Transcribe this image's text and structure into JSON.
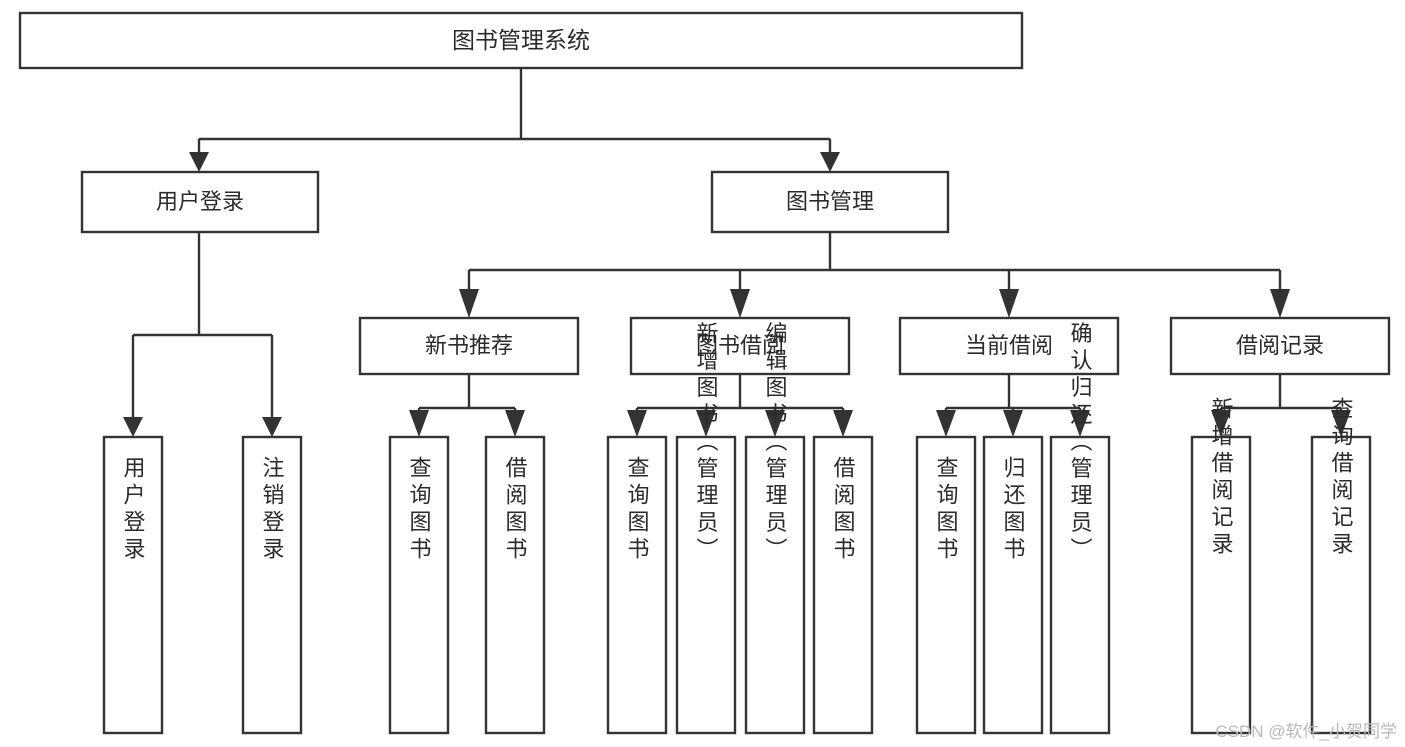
{
  "diagram": {
    "title": "图书管理系统",
    "type": "tree-hierarchy-chart",
    "background_color": "#ffffff",
    "line_color": "#333333",
    "text_color": "#2b2b2b",
    "watermark": "CSDN @软件_小贺同学",
    "root": {
      "id": "root",
      "label": "图书管理系统"
    },
    "level2": [
      {
        "id": "user-login",
        "label": "用户登录"
      },
      {
        "id": "book-manage",
        "label": "图书管理"
      }
    ],
    "level3": [
      {
        "id": "new-book-recommend",
        "label": "新书推荐"
      },
      {
        "id": "book-borrow",
        "label": "图书借阅"
      },
      {
        "id": "current-borrow",
        "label": "当前借阅"
      },
      {
        "id": "borrow-record",
        "label": "借阅记录"
      }
    ],
    "leaves": {
      "user_login": [
        {
          "id": "leaf-user-login",
          "label": "用户登录"
        },
        {
          "id": "leaf-logout-login",
          "label": "注销登录"
        }
      ],
      "new_book_recommend": [
        {
          "id": "leaf-query-book-1",
          "label": "查询图书"
        },
        {
          "id": "leaf-borrow-book-1",
          "label": "借阅图书"
        }
      ],
      "book_borrow": [
        {
          "id": "leaf-query-book-2",
          "label": "查询图书"
        },
        {
          "id": "leaf-add-book",
          "label": "新增图书（管理员）"
        },
        {
          "id": "leaf-edit-book",
          "label": "编辑图书（管理员）"
        },
        {
          "id": "leaf-borrow-book-2",
          "label": "借阅图书"
        }
      ],
      "current_borrow": [
        {
          "id": "leaf-query-book-3",
          "label": "查询图书"
        },
        {
          "id": "leaf-return-book",
          "label": "归还图书"
        },
        {
          "id": "leaf-confirm-return",
          "label": "确认归还（管理员）"
        }
      ],
      "borrow_record": [
        {
          "id": "leaf-add-record",
          "label": "新增借阅记录"
        },
        {
          "id": "leaf-query-record",
          "label": "查询借阅记录"
        }
      ]
    }
  }
}
